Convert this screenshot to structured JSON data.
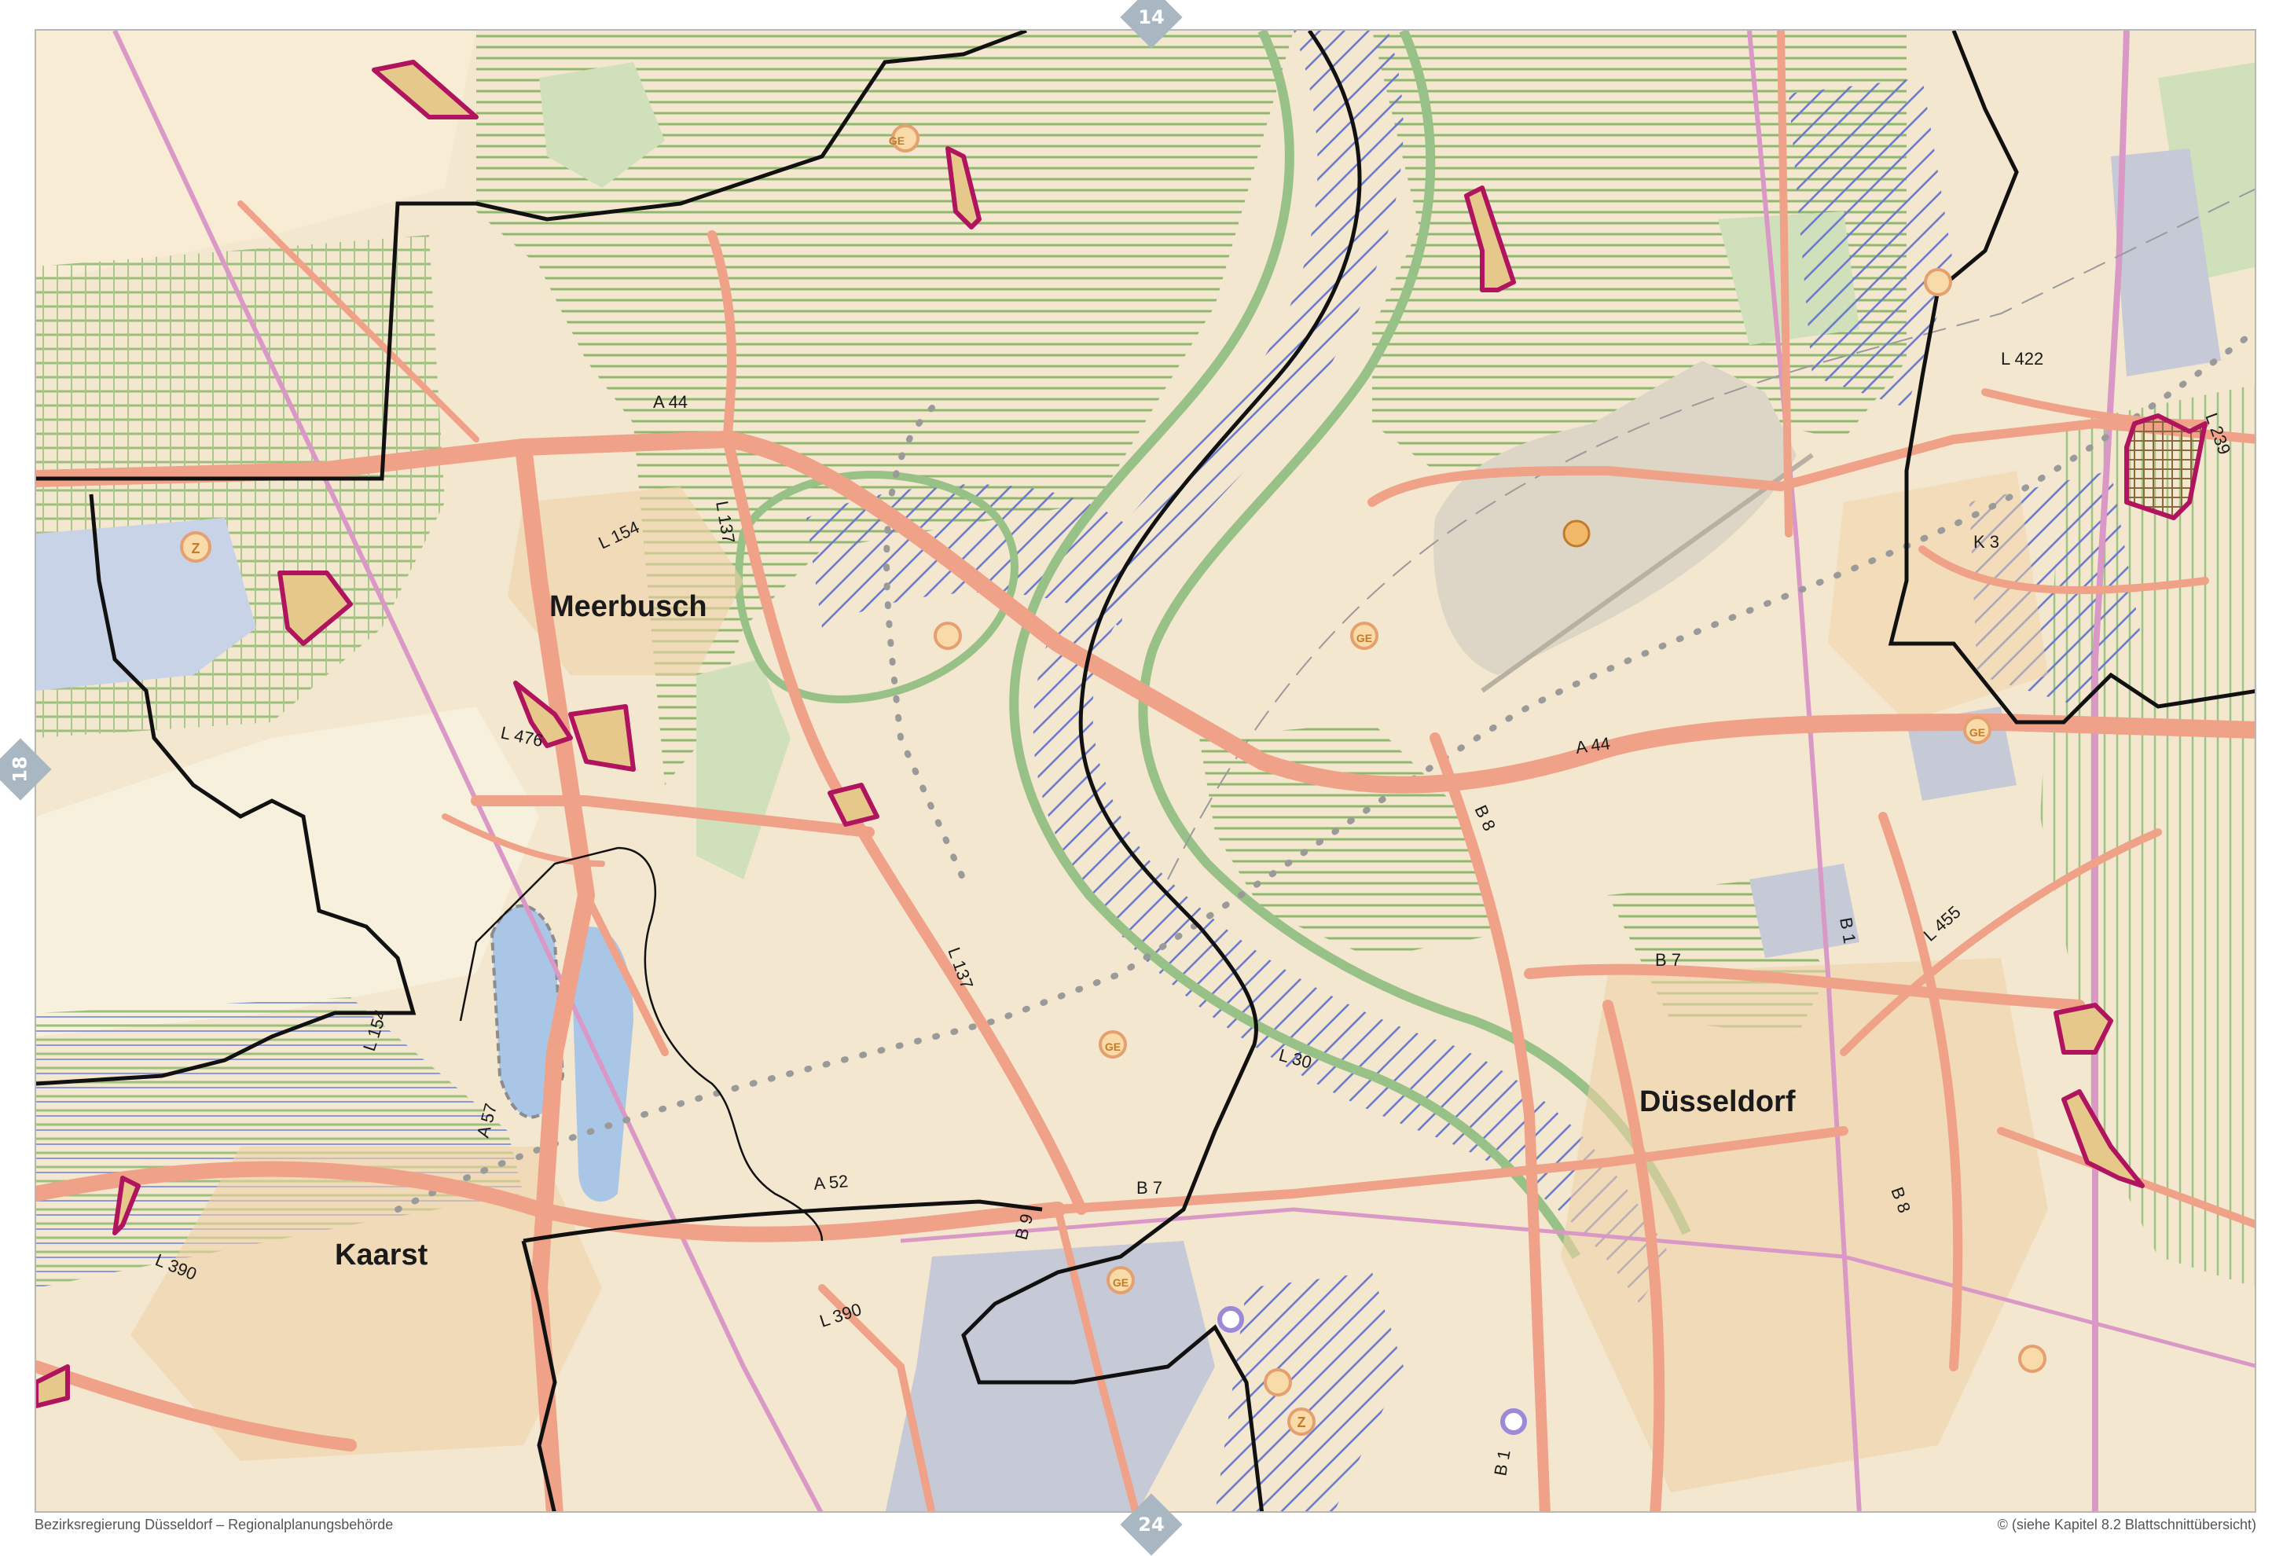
{
  "map": {
    "places": [
      {
        "id": "meerbusch",
        "text": "Meerbusch"
      },
      {
        "id": "duesseldorf",
        "text": "Düsseldorf"
      },
      {
        "id": "kaarst",
        "text": "Kaarst"
      }
    ],
    "roads": [
      {
        "id": "a44-west",
        "text": "A 44"
      },
      {
        "id": "a44-east",
        "text": "A 44"
      },
      {
        "id": "l154-north",
        "text": "L 154"
      },
      {
        "id": "l137-north",
        "text": "L 137"
      },
      {
        "id": "l476",
        "text": "L 476"
      },
      {
        "id": "l137-south",
        "text": "L 137"
      },
      {
        "id": "l154-south",
        "text": "L 154"
      },
      {
        "id": "a57",
        "text": "A 57"
      },
      {
        "id": "a52",
        "text": "A 52"
      },
      {
        "id": "b9",
        "text": "B 9"
      },
      {
        "id": "b7-west",
        "text": "B 7"
      },
      {
        "id": "l390-west",
        "text": "L 390"
      },
      {
        "id": "l390-east",
        "text": "L 390"
      },
      {
        "id": "l30",
        "text": "L 30"
      },
      {
        "id": "b8-north",
        "text": "B 8"
      },
      {
        "id": "b7-east",
        "text": "B 7"
      },
      {
        "id": "b1-north",
        "text": "B 1"
      },
      {
        "id": "l455",
        "text": "L 455"
      },
      {
        "id": "b8-south",
        "text": "B 8"
      },
      {
        "id": "b1-south",
        "text": "B 1"
      },
      {
        "id": "l422",
        "text": "L 422"
      },
      {
        "id": "l239",
        "text": "L 239"
      },
      {
        "id": "k3",
        "text": "K 3"
      }
    ],
    "adjacent_sheets": {
      "north": "14",
      "west": "18",
      "south": "24"
    },
    "symbol_labels": {
      "commercial": "GE",
      "special": "Z"
    }
  },
  "footer": {
    "left": "Bezirksregierung Düsseldorf – Regionalplanungsbehörde",
    "right": "© (siehe Kapitel 8.2 Blattschnittübersicht)"
  },
  "colors": {
    "settlement": "#f4e7cf",
    "residential": "#efd2a6",
    "forest": "#cfe0bb",
    "green_corridor": "#97c187",
    "water": "#aac6e6",
    "airport": "#ddd6c6",
    "roads": "#f0a288",
    "rail": "#d998c6",
    "boundary": "#111111",
    "highlight_fill": "#e6c98a",
    "highlight_outline": "#b0145e",
    "hatch_blue": "#5f70c8",
    "marker_ring": "#e5a070"
  }
}
